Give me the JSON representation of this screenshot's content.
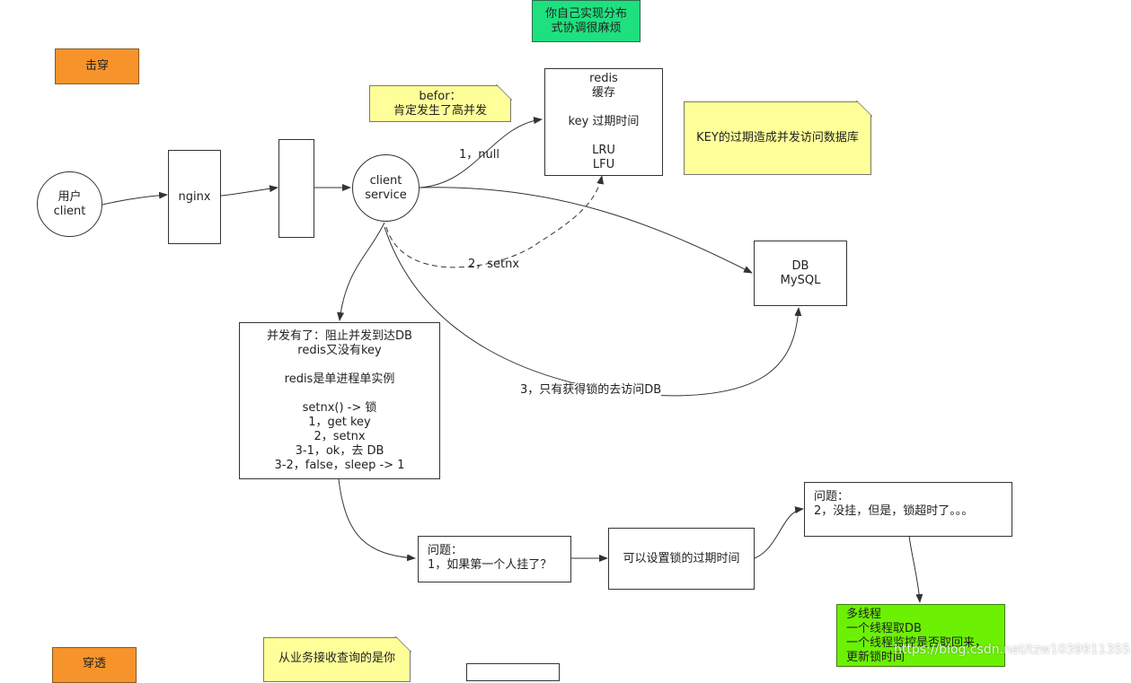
{
  "top_banner": "你自己实现分布\n式协调很麻烦",
  "tags": {
    "breakdown": "击穿",
    "penetration": "穿透"
  },
  "nodes": {
    "user_client": "用户\nclient",
    "nginx": "nginx",
    "gateway": "",
    "client_service": "client\nservice",
    "redis": "redis\n缓存\n\nkey 过期时间\n\nLRU\nLFU",
    "db": "DB\nMySQL",
    "concurrency": "并发有了：阻止并发到达DB\nredis又没有key\n\nredis是单进程单实例\n\nsetnx()  ->  锁\n1，get key\n2，setnx\n3-1，ok，去 DB\n3-2，false，sleep  -> 1",
    "problem1": "问题：\n1，如果第一个人挂了？",
    "set_expire": "可以设置锁的过期时间",
    "problem2": "问题：\n2，没挂，但是，锁超时了。。。",
    "multithread": "多线程\n一个线程取DB\n一个线程监控是否取回来，\n更新锁时间"
  },
  "notes": {
    "before": "befor：\n肯定发生了高并发",
    "key_expire": "KEY的过期造成并发访问数据库",
    "bottom": "从业务接收查询的是你"
  },
  "edge_labels": {
    "e1": "1，null",
    "e2": "2，setnx",
    "e3": "3，只有获得锁的去访问DB"
  },
  "watermark": "https://blog.csdn.net/tzw1039911355",
  "colors": {
    "orange": "#f7932b",
    "green": "#1ee07f",
    "lime": "#6cf104",
    "note_yellow": "#ffff99"
  }
}
